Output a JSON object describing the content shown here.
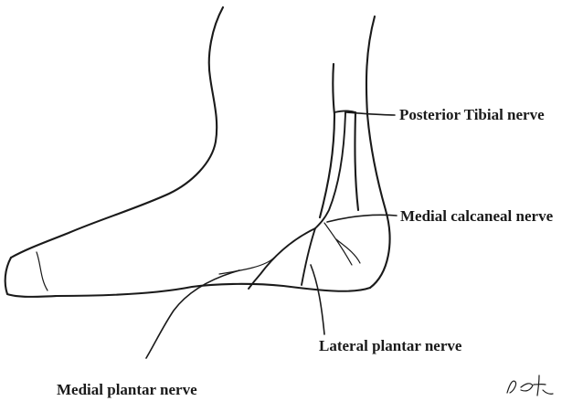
{
  "labels": {
    "posterior_tibial": "Posterior Tibial nerve",
    "medial_calcaneal": "Medial calcaneal nerve",
    "lateral_plantar": "Lateral plantar nerve",
    "medial_plantar": "Medial plantar nerve"
  },
  "colors": {
    "ink": "#1a1a1a",
    "background": "#ffffff"
  }
}
